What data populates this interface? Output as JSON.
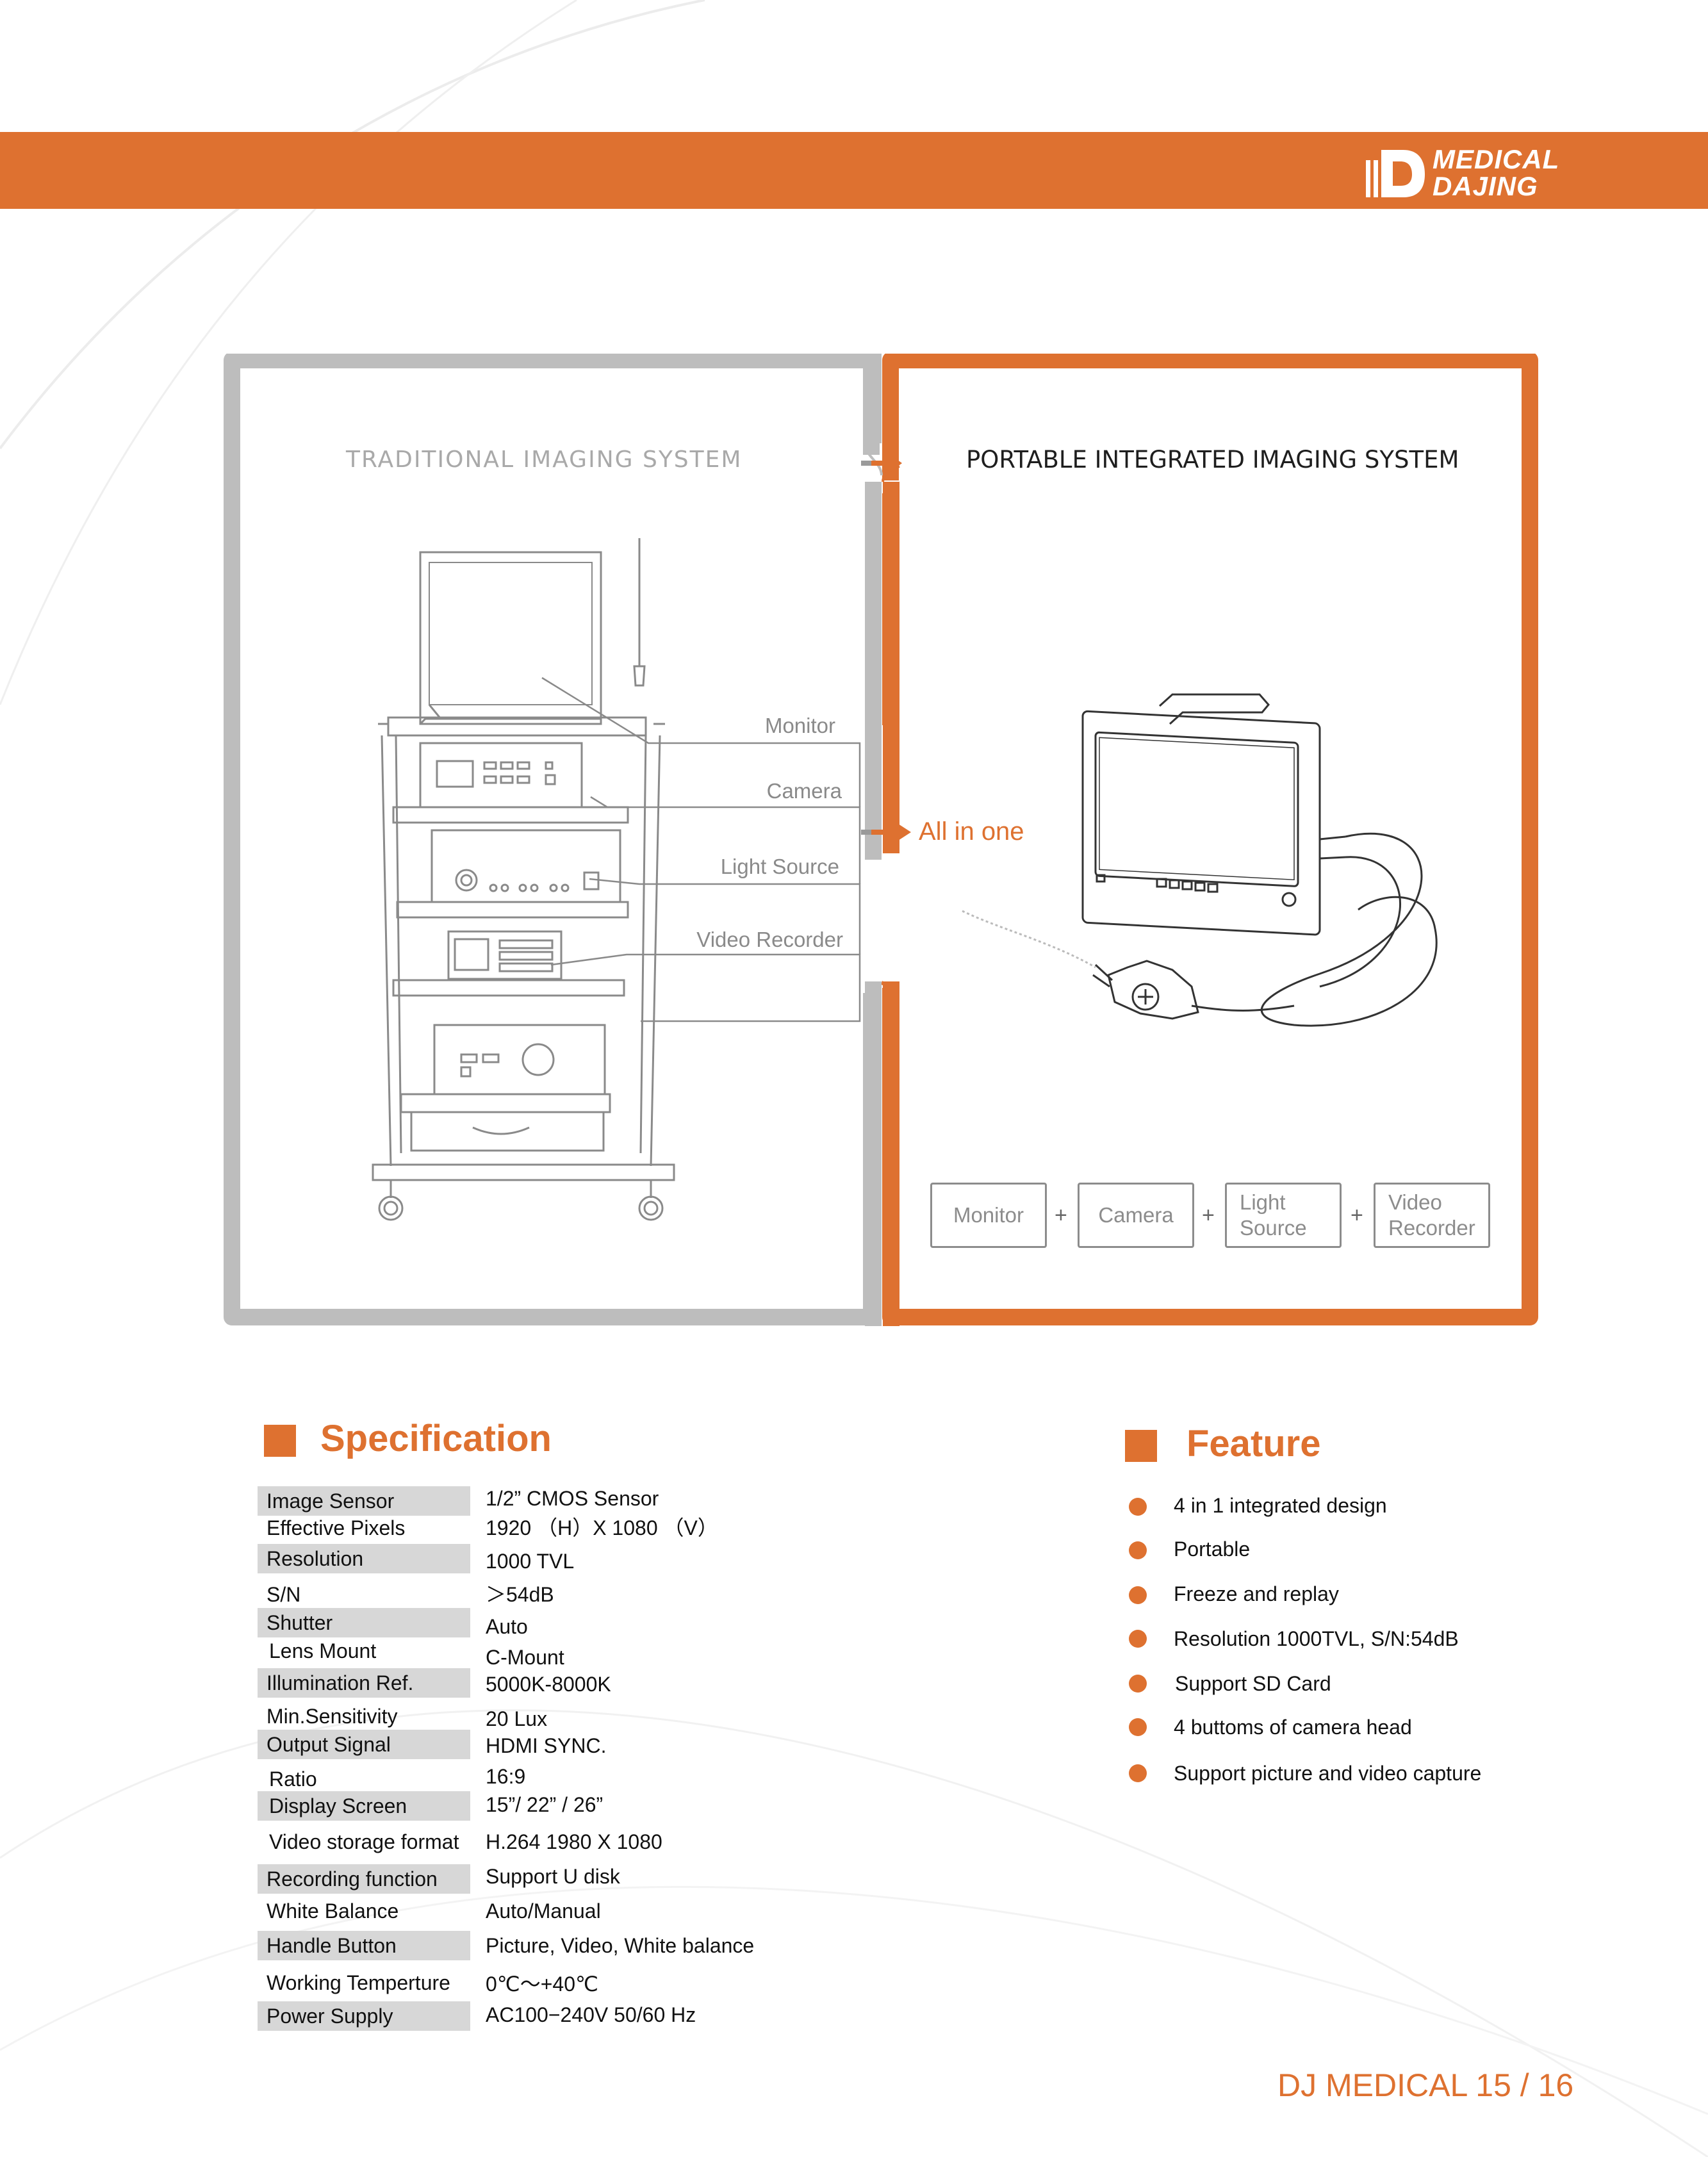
{
  "brand": {
    "line1": "MEDICAL",
    "line2": "DAJING",
    "accent": "#de7130"
  },
  "comparison": {
    "traditional_title": "TRADITIONAL   IMAGING   SYSTEM",
    "portable_title": "PORTABLE INTEGRATED IMAGING SYSTEM",
    "callouts": [
      "Monitor",
      "Camera",
      "Light Source",
      "Video Recorder"
    ],
    "all_in_one": "All in one",
    "combo": [
      "Monitor",
      "Camera",
      "Light Source",
      "Video Recorder"
    ],
    "plus": "+"
  },
  "spec": {
    "title": "Specification",
    "rows": [
      {
        "label": "Image Sensor",
        "value": "1/2” CMOS  Sensor"
      },
      {
        "label": "Effective Pixels",
        "value": "1920 （H）X  1080 （V）"
      },
      {
        "label": "Resolution",
        "value": "1000 TVL"
      },
      {
        "label": "S/N",
        "value": "＞54dB"
      },
      {
        "label": "Shutter",
        "value": "Auto"
      },
      {
        "label": "Lens Mount",
        "value": "C-Mount"
      },
      {
        "label": "Illumination Ref.",
        "value": "5000K-8000K"
      },
      {
        "label": "Min.Sensitivity",
        "value": "20 Lux"
      },
      {
        "label": "Output Signal",
        "value": "HDMI SYNC."
      },
      {
        "label": "Ratio",
        "value": "16:9"
      },
      {
        "label": "Display Screen",
        "value": "15”/ 22” / 26”"
      },
      {
        "label": "Video storage format",
        "value": "H.264 1980 X 1080"
      },
      {
        "label": "Recording function",
        "value": "Support U disk"
      },
      {
        "label": "White Balance",
        "value": "Auto/Manual"
      },
      {
        "label": "Handle Button",
        "value": "Picture, Video, White balance"
      },
      {
        "label": "Working Temperture",
        "value": "0℃～+40℃"
      },
      {
        "label": "Power Supply",
        "value": "AC100−240V  50/60 Hz"
      }
    ]
  },
  "feature": {
    "title": "Feature",
    "items": [
      "4 in 1 integrated design",
      "Portable",
      "Freeze and replay",
      "Resolution 1000TVL, S/N:54dB",
      "Support SD Card",
      "4 buttoms of camera head",
      "Support picture and video capture"
    ]
  },
  "footer": "DJ MEDICAL  15 / 16"
}
